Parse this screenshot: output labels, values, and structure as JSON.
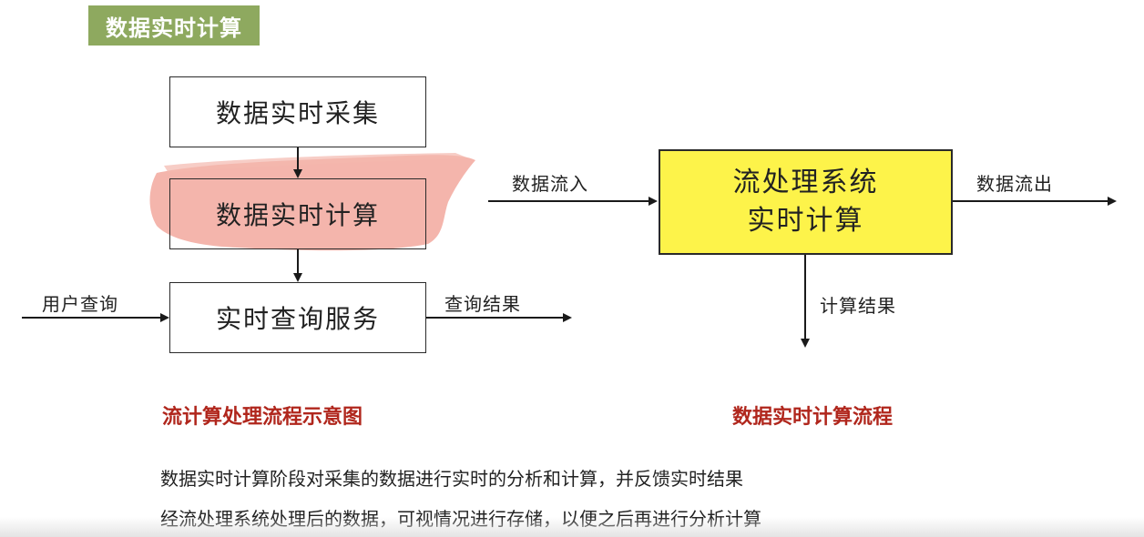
{
  "header": {
    "title": "数据实时计算"
  },
  "left_flow": {
    "boxes": {
      "collect": "数据实时采集",
      "compute": "数据实时计算",
      "query": "实时查询服务"
    },
    "input_label": "用户查询",
    "output_label": "查询结果",
    "caption": "流计算处理流程示意图",
    "highlight_color": "#f2a89e"
  },
  "right_flow": {
    "box_line1": "流处理系统",
    "box_line2": "实时计算",
    "input_label": "数据流入",
    "output_label": "数据流出",
    "down_label": "计算结果",
    "caption": "数据实时计算流程",
    "box_color": "#fdf34a"
  },
  "description": {
    "line1": "数据实时计算阶段对采集的数据进行实时的分析和计算，并反馈实时结果",
    "line2": "经流处理系统处理后的数据，可视情况进行存储，以便之后再进行分析计算"
  },
  "colors": {
    "title_bg": "#8ea95f",
    "caption": "#b0261c"
  }
}
